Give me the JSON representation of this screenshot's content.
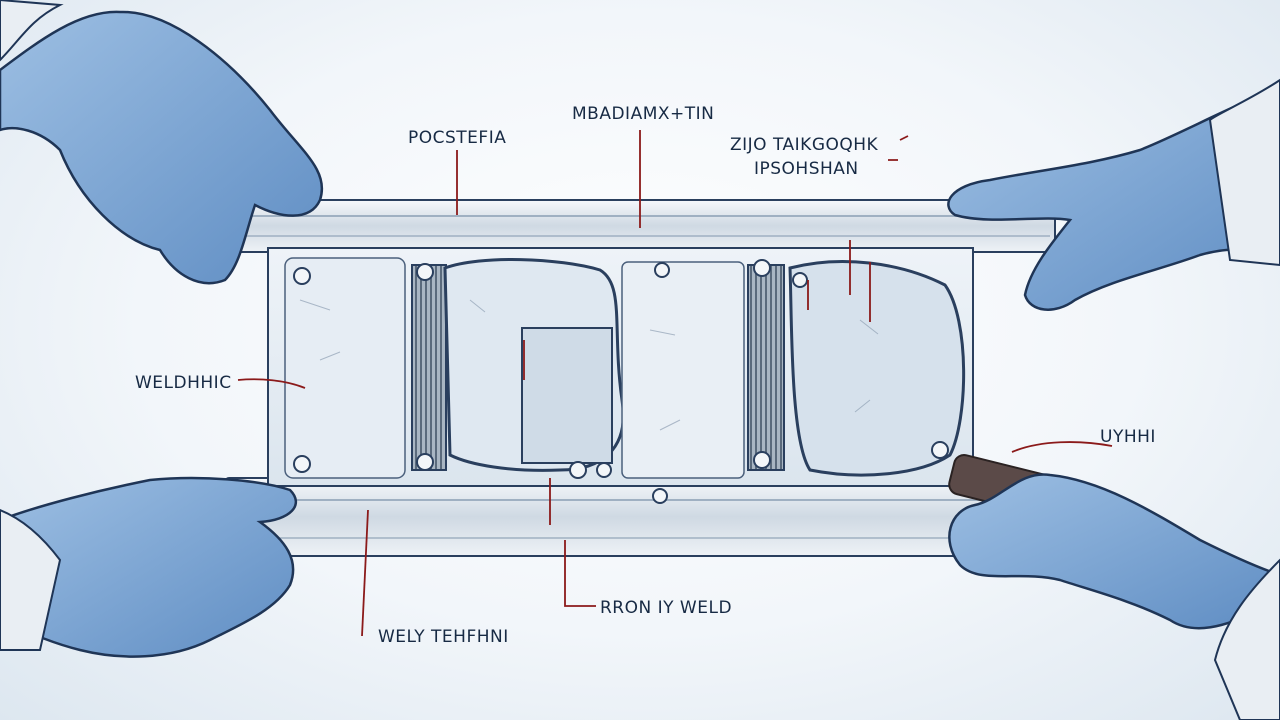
{
  "labels": {
    "top_left": "POCSTEFIA",
    "top_center": "MBADIAMX+TIN",
    "top_right_line1": "ZIJO TAIKGOQHK",
    "top_right_line2": "IPSOHSHAN",
    "left": "WELDHHIC",
    "right": "UYHHI",
    "bottom_right": "RRON IY WELD",
    "bottom_left": "WELY TEHFHNI"
  },
  "colors": {
    "ink": "#1f3556",
    "glove": "#7ea6d4",
    "glove_shade": "#5b86bd",
    "metal": "#e3e9ef",
    "annotation": "#8b1a1a"
  }
}
